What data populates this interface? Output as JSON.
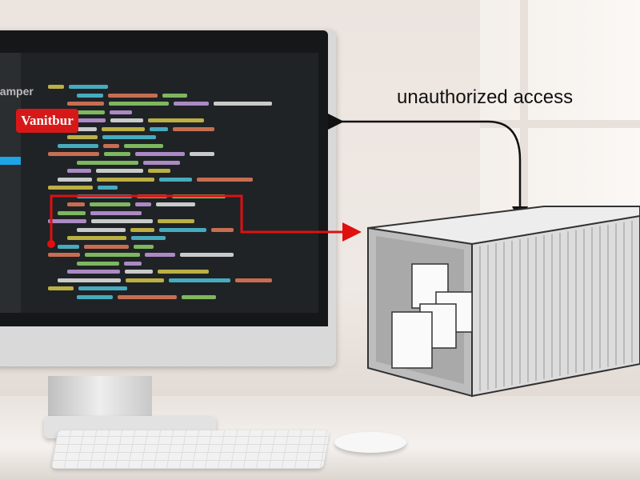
{
  "scene": {
    "caption": "unauthorized access",
    "screen_badge": "Vanitbur",
    "screen_title": "ʌamper",
    "colors": {
      "arrow_red": "#e01010",
      "badge_red": "#d81818",
      "accent_blue": "#1ea5e8"
    },
    "icons": [
      "monitor",
      "code-editor",
      "shipping-container",
      "documents",
      "arrow-red",
      "arrow-black-curved"
    ]
  }
}
